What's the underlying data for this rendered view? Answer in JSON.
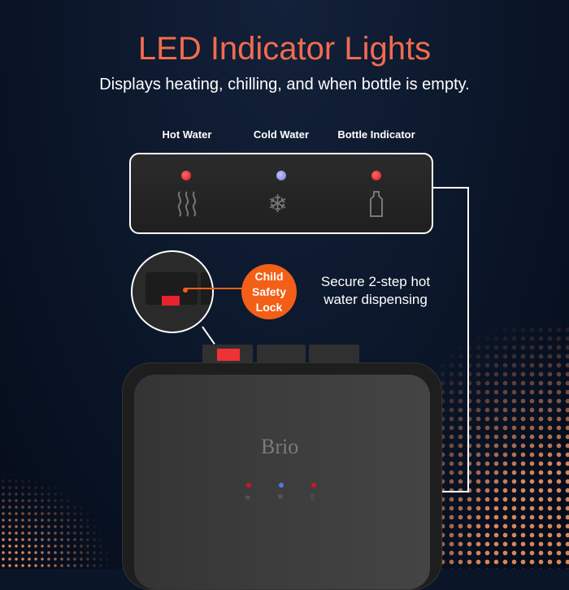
{
  "header": {
    "title": "LED Indicator Lights",
    "subtitle": "Displays heating, chilling, and when bottle is empty."
  },
  "indicators": [
    {
      "label": "Hot Water",
      "led_color": "#e8232e",
      "icon": "heat-waves-icon"
    },
    {
      "label": "Cold Water",
      "led_color": "#8c8fe0",
      "icon": "snowflake-icon"
    },
    {
      "label": "Bottle Indicator",
      "led_color": "#e8232e",
      "icon": "bottle-icon"
    }
  ],
  "child_lock": {
    "badge": "Child Safety Lock",
    "description": "Secure 2-step hot water dispensing",
    "color": "#f35f16"
  },
  "brand": "Brio"
}
